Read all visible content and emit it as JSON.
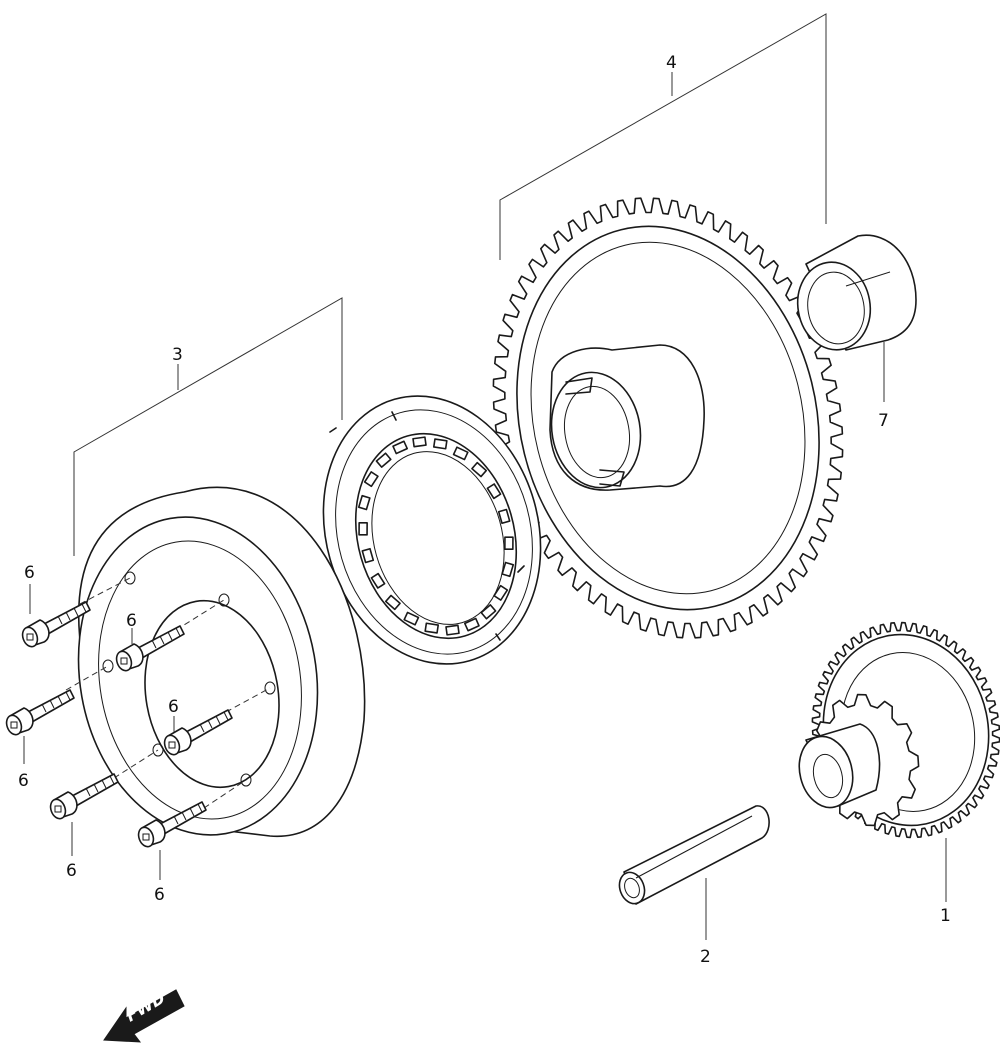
{
  "callouts": {
    "part_1": "1",
    "part_2": "2",
    "part_3": "3",
    "part_4": "4",
    "part_6": "6",
    "part_7": "7"
  },
  "direction_arrow": {
    "label": "FWD",
    "icon": "forward-arrow-icon"
  }
}
